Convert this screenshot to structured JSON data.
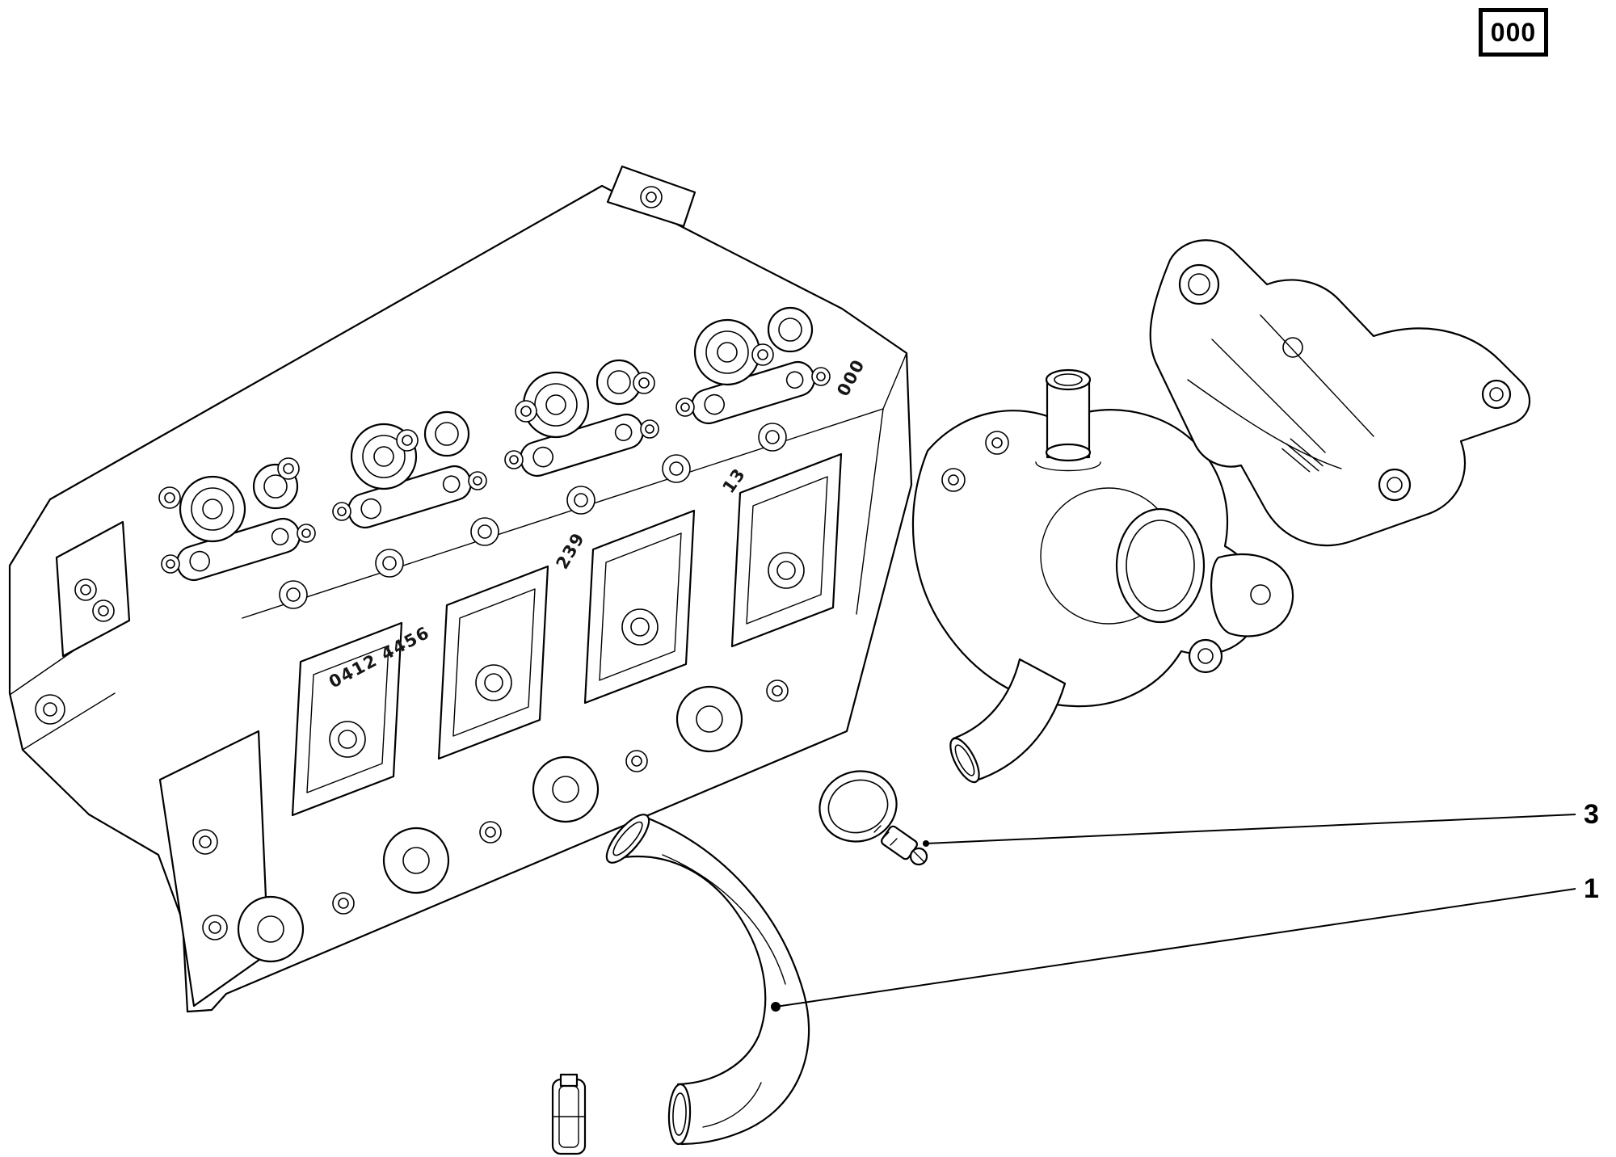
{
  "page": {
    "background": "#ffffff",
    "line_color": "#000000"
  },
  "reference_box": {
    "label": "000"
  },
  "callouts": [
    {
      "label": "3"
    },
    {
      "label": "1"
    }
  ],
  "casting_marks": [
    {
      "text": "0412 4456"
    },
    {
      "text": "239"
    },
    {
      "text": "13"
    },
    {
      "text": "000"
    }
  ]
}
